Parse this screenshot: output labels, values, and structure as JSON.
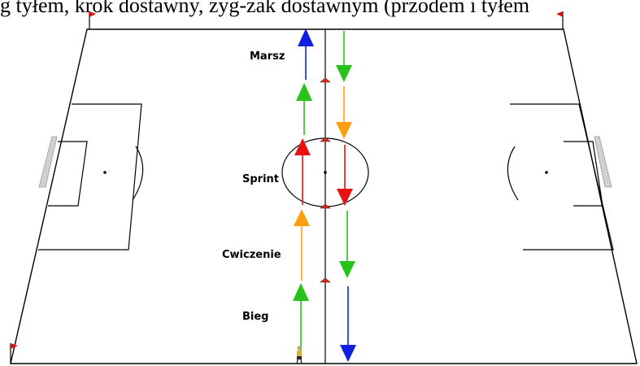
{
  "caption": "g tyłem, krok dostawny, zyg-zak dostawnym (przodem i tyłem",
  "labels": {
    "marsz": "Marsz",
    "sprint": "Sprint",
    "cwiczenie": "Cwiczenie",
    "bieg": "Bieg"
  },
  "colors": {
    "line": "#000000",
    "cone": "#d42a1a",
    "flag": "#e01010",
    "blue": "#0f1fe0",
    "green": "#27c21a",
    "orange": "#ff9e0f",
    "red": "#e81010",
    "goal_net": "#9a9a9a"
  },
  "icons": {
    "corner_flag": "corner-flag-icon",
    "cone": "cone-marker-icon",
    "player": "player-figure-icon",
    "goal": "goal-net-icon"
  }
}
